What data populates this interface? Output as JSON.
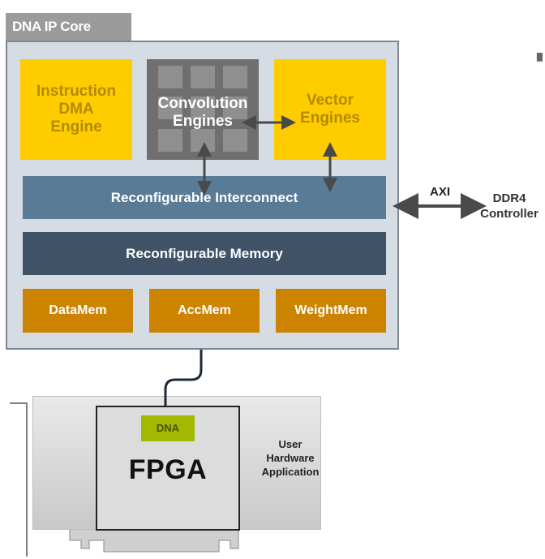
{
  "core": {
    "title": "DNA IP Core",
    "instruction_dma": "Instruction DMA Engine",
    "convolution": "Convolution Engines",
    "vector": "Vector Engines",
    "interconnect": "Reconfigurable Interconnect",
    "memory": "Reconfigurable Memory",
    "datamem": "DataMem",
    "accmem": "AccMem",
    "weightmem": "WeightMem"
  },
  "external": {
    "axi": "AXI",
    "ddr4": "DDR4 Controller"
  },
  "board": {
    "dna": "DNA",
    "fpga": "FPGA",
    "user_app": "User Hardware Application"
  },
  "colors": {
    "core_bg": "#d5dce3",
    "engine_yellow": "#ffcc00",
    "interconnect": "#5a7b95",
    "memory": "#3f5266",
    "mem_orange": "#cc8400",
    "dna_green": "#a3b800"
  }
}
